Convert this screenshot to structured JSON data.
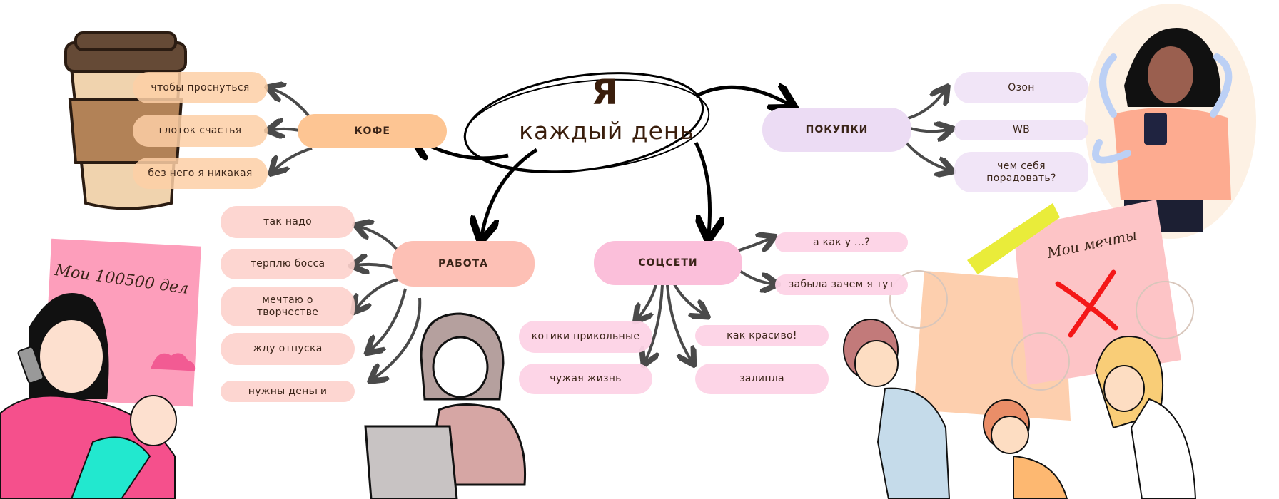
{
  "center": {
    "title": "Я",
    "subtitle": "каждый день"
  },
  "branches": {
    "coffee": {
      "label": "КОФЕ",
      "items": [
        "чтобы проснуться",
        "глоток счастья",
        "без него я никакая"
      ]
    },
    "shopping": {
      "label": "ПОКУПКИ",
      "items": [
        "Озон",
        "WB",
        "чем себя порадовать?"
      ]
    },
    "work": {
      "label": "РАБОТА",
      "items": [
        "так надо",
        "терплю босса",
        "мечтаю о творчестве",
        "жду отпуска",
        "нужны деньги"
      ]
    },
    "social": {
      "label": "СОЦСЕТИ",
      "items": [
        "а как у ...?",
        "забыла зачем я тут",
        "котики прикольные",
        "как красиво!",
        "чужая жизнь",
        "залипла"
      ]
    }
  },
  "notes": {
    "left": "Мои 100500 дел",
    "right": "Мои мечты"
  },
  "colors": {
    "coffee": "#fdc593",
    "shopping": "#ecdcf4",
    "work": "#fdc0b5",
    "social": "#fbbfda",
    "text": "#3a2418"
  }
}
